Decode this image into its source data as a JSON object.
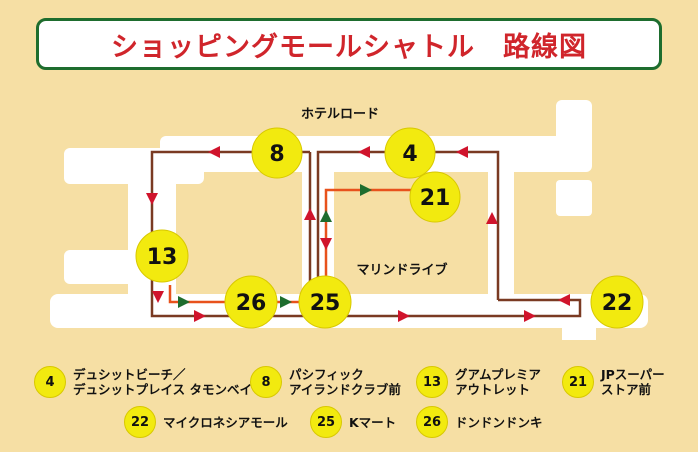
{
  "title": "ショッピングモールシャトル　路線図",
  "colors": {
    "background": "#f6dfa4",
    "title_border": "#1e6d2e",
    "title_text": "#d0252b",
    "route_main": "#7a3a22",
    "route_orange": "#e8521c",
    "arrow_red": "#d0142c",
    "arrow_green": "#1e6d2e",
    "stop_fill": "#f2ea0f"
  },
  "road_labels": {
    "hotel_road": "ホテルロード",
    "marine_drive": "マリンドライブ"
  },
  "stops": {
    "s8": "8",
    "s4": "4",
    "s21": "21",
    "s13": "13",
    "s26": "26",
    "s25": "25",
    "s22": "22"
  },
  "legend": [
    {
      "num": "4",
      "text": "デュシットビーチ／\nデュシットプレイス タモンベイ"
    },
    {
      "num": "8",
      "text": "パシフィック\nアイランドクラブ前"
    },
    {
      "num": "13",
      "text": "グアムプレミア\nアウトレット"
    },
    {
      "num": "21",
      "text": "JPスーパー\nストア前"
    },
    {
      "num": "22",
      "text": "マイクロネシアモール"
    },
    {
      "num": "25",
      "text": "Kマート"
    },
    {
      "num": "26",
      "text": "ドンドンドンキ"
    }
  ]
}
